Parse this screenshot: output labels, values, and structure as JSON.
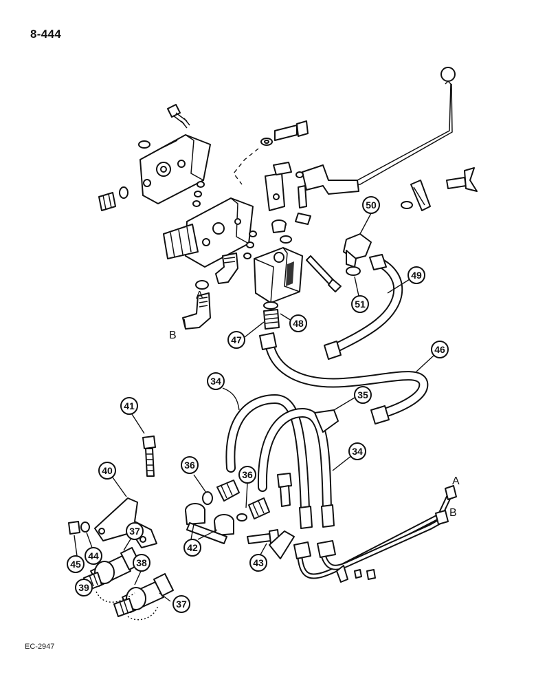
{
  "page_number": "8-444",
  "figure_code": "EC-2947",
  "port_labels": {
    "valve_a": "A",
    "valve_b": "B",
    "tube_a": "A",
    "tube_b": "B"
  },
  "callouts": {
    "c34a": "34",
    "c34b": "34",
    "c35": "35",
    "c36a": "36",
    "c36b": "36",
    "c37a": "37",
    "c37b": "37",
    "c38": "38",
    "c39": "39",
    "c40": "40",
    "c41": "41",
    "c42": "42",
    "c43": "43",
    "c44": "44",
    "c45": "45",
    "c46": "46",
    "c47": "47",
    "c48": "48",
    "c49": "49",
    "c50": "50",
    "c51": "51"
  }
}
